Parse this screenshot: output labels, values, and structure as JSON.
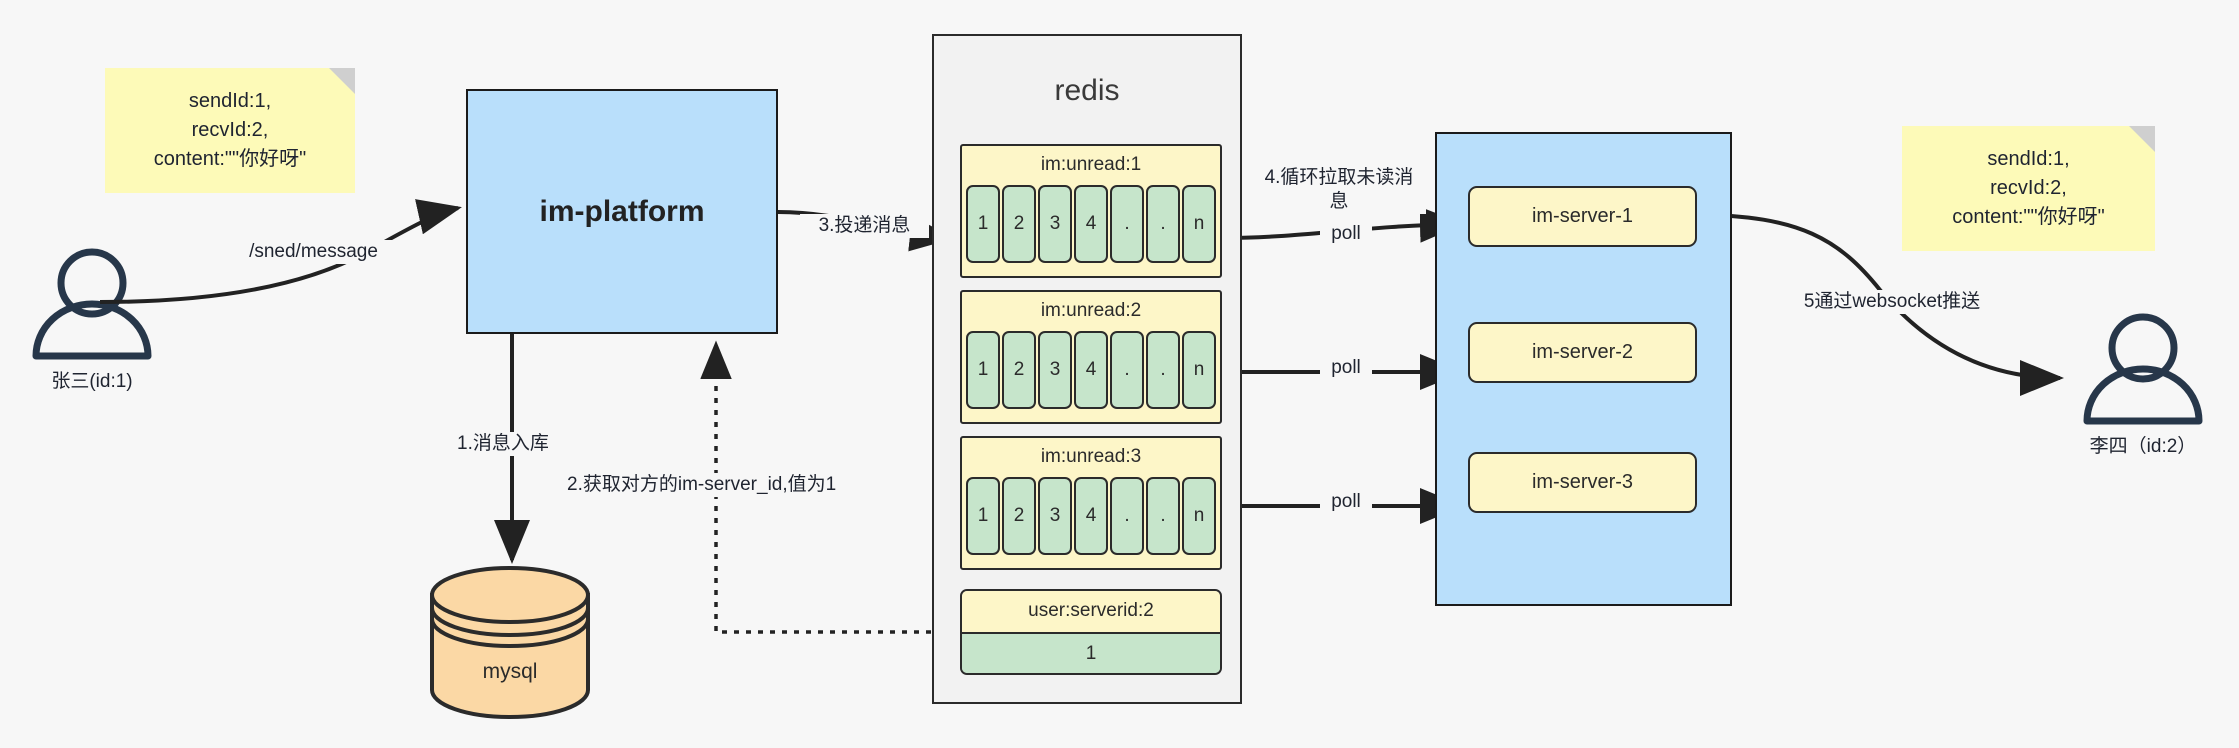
{
  "diagram": {
    "title": "IM message delivery architecture",
    "colors": {
      "background": "#f7f7f7",
      "note_fill": "#fdfab8",
      "blue_fill": "#b9dffb",
      "yellow_fill": "#fdf6c8",
      "green_fill": "#c6e5cb",
      "orange_fill": "#fbd8a5",
      "stroke": "#2b2b2b",
      "actor_stroke": "#27374a"
    }
  },
  "notes": {
    "left": {
      "lines": "sendId:1,\nrecvId:2,\ncontent:\"\"你好呀\""
    },
    "right": {
      "lines": "sendId:1,\nrecvId:2,\ncontent:\"\"你好呀\""
    }
  },
  "actors": {
    "sender": {
      "label": "张三(id:1)",
      "icon": "person-icon"
    },
    "receiver": {
      "label": "李四（id:2）",
      "icon": "person-icon"
    }
  },
  "nodes": {
    "platform": {
      "label": "im-platform"
    },
    "mysql": {
      "label": "mysql",
      "icon": "database-cylinder-icon"
    },
    "redis": {
      "label": "redis"
    },
    "server_group": {
      "label": ""
    }
  },
  "redis": {
    "title": "redis",
    "lists": [
      {
        "key": "im:unread:1",
        "cells": [
          "1",
          "2",
          "3",
          "4",
          ".",
          ".",
          "n"
        ]
      },
      {
        "key": "im:unread:2",
        "cells": [
          "1",
          "2",
          "3",
          "4",
          ".",
          ".",
          "n"
        ]
      },
      {
        "key": "im:unread:3",
        "cells": [
          "1",
          "2",
          "3",
          "4",
          ".",
          ".",
          "n"
        ]
      }
    ],
    "kv": {
      "key": "user:serverid:2",
      "value": "1"
    }
  },
  "servers": [
    {
      "label": "im-server-1"
    },
    {
      "label": "im-server-2"
    },
    {
      "label": "im-server-3"
    }
  ],
  "edges": {
    "send_message": "/sned/message",
    "step1": "1.消息入库",
    "step2": "2.获取对方的im-server_id,值为1",
    "step3": "3.投递消息",
    "step4": "4.循环拉取未读消\n息",
    "poll1": "poll",
    "poll2": "poll",
    "poll3": "poll",
    "step5": "5通过websocket推送"
  }
}
